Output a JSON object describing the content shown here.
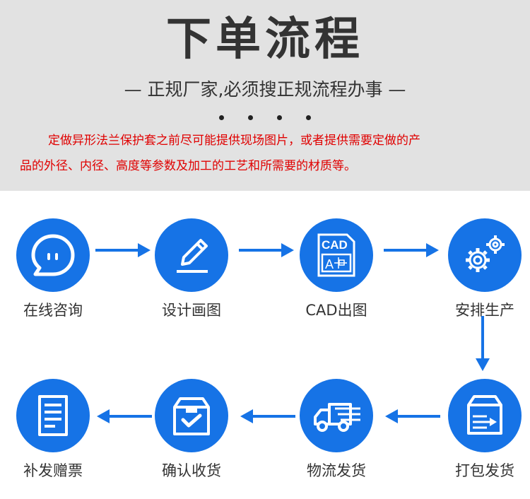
{
  "header": {
    "title": "下单流程",
    "subtitle": "— 正规厂家,必须搜正规流程办事 —",
    "note_line1": "定做异形法兰保护套之前尽可能提供现场图片，或者提供需要定做的产",
    "note_line2": "品的外径、内径、高度等参数及加工的工艺和所需要的材质等。"
  },
  "colors": {
    "accent": "#1673e6",
    "note": "#e00000",
    "banner": "#e2e2e2"
  },
  "steps": [
    {
      "label": "在线咨询",
      "icon": "chat-bubble-icon"
    },
    {
      "label": "设计画图",
      "icon": "pencil-icon"
    },
    {
      "label": "CAD出图",
      "icon": "cad-document-icon",
      "icon_text": "CAD"
    },
    {
      "label": "安排生产",
      "icon": "gears-icon"
    },
    {
      "label": "打包发货",
      "icon": "package-box-icon"
    },
    {
      "label": "物流发货",
      "icon": "delivery-truck-icon"
    },
    {
      "label": "确认收货",
      "icon": "checked-box-icon"
    },
    {
      "label": "补发赠票",
      "icon": "invoice-document-icon"
    }
  ]
}
